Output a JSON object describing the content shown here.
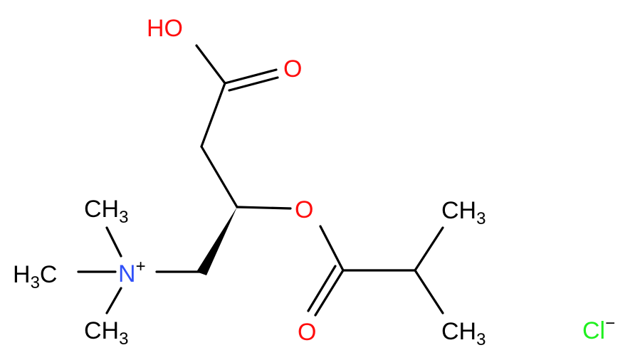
{
  "colors": {
    "bond": "#000000",
    "carbon": "#000000",
    "oxygen": "#ff0d0d",
    "nitrogen": "#3050f8",
    "chlorine": "#1ff01f"
  },
  "labels": {
    "hydroxyl": "HO",
    "acid_carbonyl_o": "O",
    "ester_o": "O",
    "ester_carbonyl_o": "O",
    "ch3_top_right": {
      "main": "CH",
      "sub": "3"
    },
    "ch3_bottom_right": {
      "main": "CH",
      "sub": "3"
    },
    "ch3_n_top": {
      "main": "CH",
      "sub": "3"
    },
    "ch3_n_left": {
      "main": "H",
      "sub": "3",
      "tail": "C"
    },
    "ch3_n_bottom": {
      "main": "CH",
      "sub": "3"
    },
    "nitrogen": {
      "main": "N",
      "charge": "+"
    },
    "chloride": {
      "main": "Cl",
      "charge": "−"
    }
  }
}
